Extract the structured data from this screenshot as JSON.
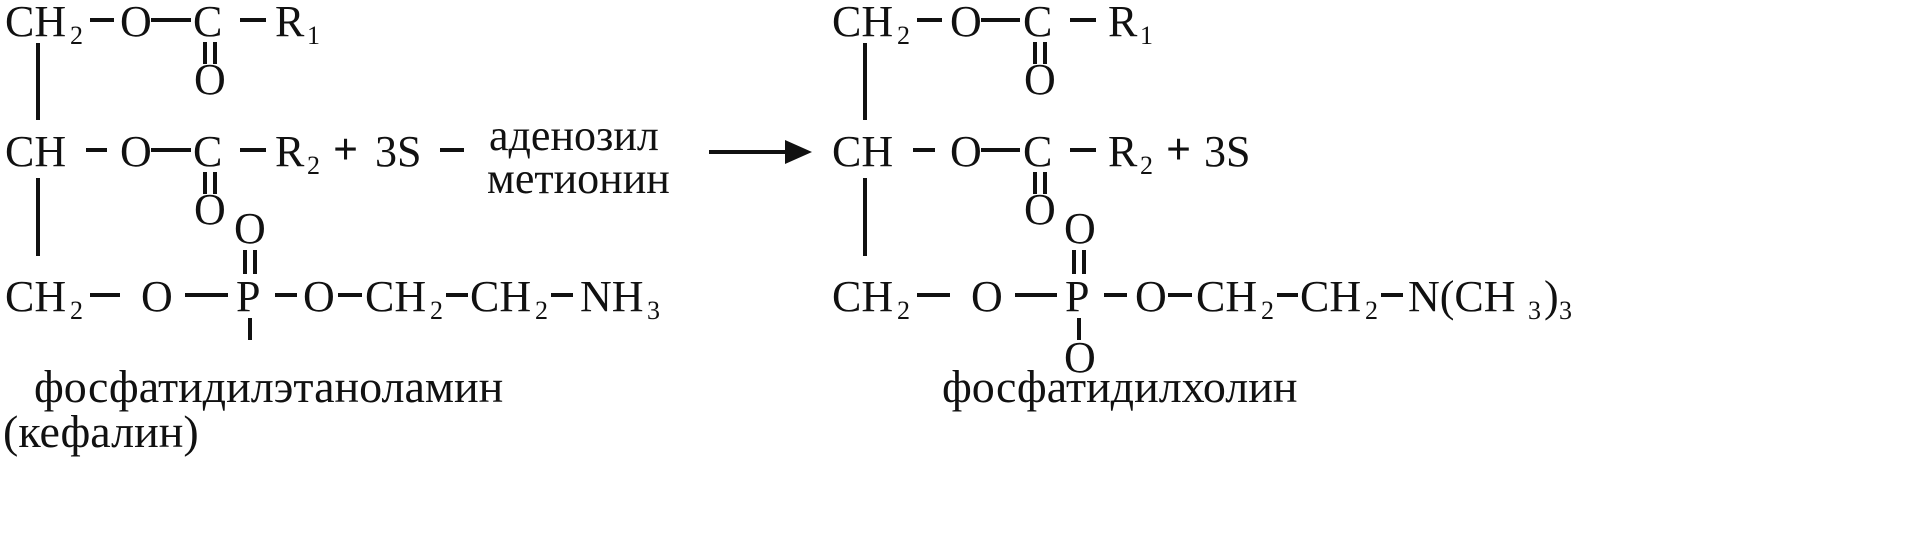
{
  "left": {
    "row1": {
      "ch2": "CH",
      "ch2_sub": "2",
      "o": "O",
      "c": "C",
      "r": "R",
      "r_sub": "1",
      "dbl_o": "O"
    },
    "row2": {
      "ch": "CH",
      "o": "O",
      "c": "C",
      "r": "R",
      "r_sub": "2",
      "dbl_o": "O"
    },
    "row3": {
      "ch2": "CH",
      "ch2_sub": "2",
      "o1": "O",
      "p": "P",
      "p_top_o": "O",
      "o2": "O",
      "ch2a": "CH",
      "ch2a_sub": "2",
      "ch2b": "CH",
      "ch2b_sub": "2",
      "nh3": "NH",
      "nh3_sub": "3"
    },
    "caption_line1": "фосфатидилэтаноламин",
    "caption_line2": "(кефалин)"
  },
  "reagent": {
    "plus": "+",
    "three_s": "3S",
    "line1": "аденозил",
    "line2": "метионин"
  },
  "right": {
    "row1": {
      "ch2": "CH",
      "ch2_sub": "2",
      "o": "O",
      "c": "C",
      "r": "R",
      "r_sub": "1",
      "dbl_o": "O"
    },
    "row2": {
      "ch": "CH",
      "o": "O",
      "c": "C",
      "r": "R",
      "r_sub": "2",
      "dbl_o": "O",
      "plus": "+",
      "three_s": "3S"
    },
    "row3": {
      "ch2": "CH",
      "ch2_sub": "2",
      "o1": "O",
      "p": "P",
      "p_top_o": "O",
      "p_bottom_o": "O",
      "o2": "O",
      "ch2a": "CH",
      "ch2a_sub": "2",
      "ch2b": "CH",
      "ch2b_sub": "2",
      "n": "N(CH",
      "n_sub": "3",
      "n_close": ")",
      "n_sub2": "3"
    },
    "caption": "фосфатидилхолин"
  }
}
